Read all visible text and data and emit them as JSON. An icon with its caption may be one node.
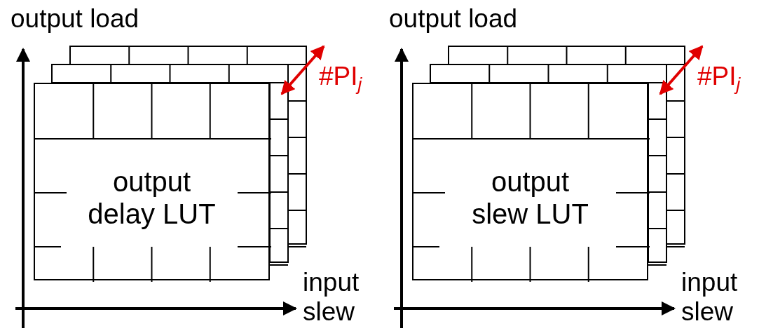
{
  "diagram": {
    "nodes": [
      {
        "text": [
          "output delay LUT"
        ]
      },
      {
        "text": [
          "output slew LUT"
        ]
      }
    ],
    "edges": [],
    "labels": [
      "output load",
      "#PI$_{j}$",
      "input slew",
      "output load",
      "#PI$_{j}$",
      "input slew"
    ]
  }
}
